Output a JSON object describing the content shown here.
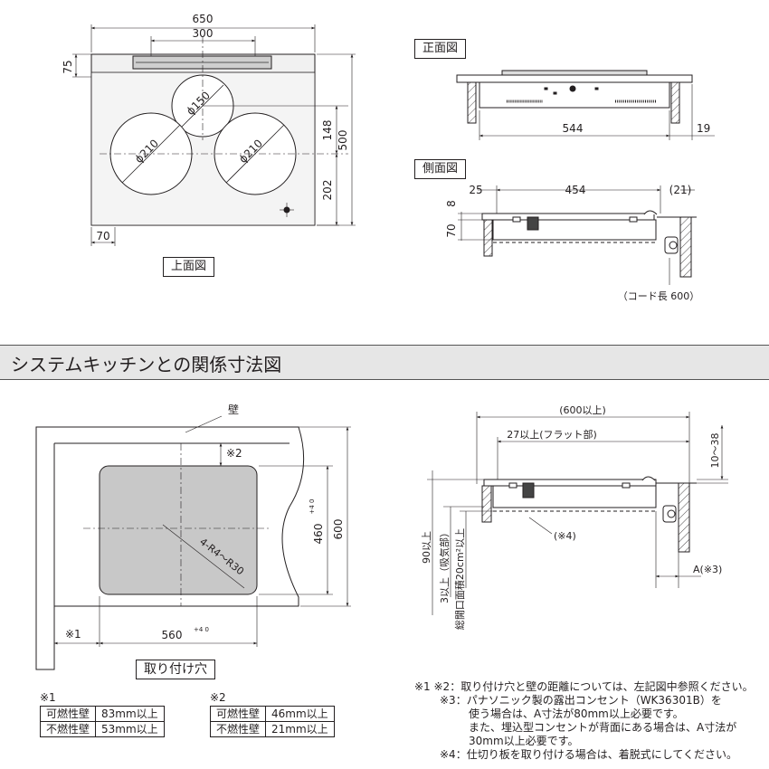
{
  "top_view": {
    "label": "上面図",
    "dim_width": "650",
    "dim_center": "300",
    "dim_depth_top": "75",
    "dim_depth": "500",
    "dim_148": "148",
    "dim_202": "202",
    "dim_70": "70",
    "burner_top": "ϕ150",
    "burner_left": "ϕ210",
    "burner_right": "ϕ210"
  },
  "front_view": {
    "label": "正面図",
    "dim_544": "544",
    "dim_19": "19"
  },
  "side_view": {
    "label": "側面図",
    "dim_25": "25",
    "dim_454": "454",
    "dim_21": "(21)",
    "dim_8": "8",
    "dim_70": "70",
    "cord": "（コード長 600）"
  },
  "section_title": "システムキッチンとの関係寸法図",
  "cutout": {
    "wall": "壁",
    "note2": "※2",
    "note1": "※1",
    "dim_460": "460",
    "dim_460_tol": "+4 0",
    "dim_600": "600",
    "dim_560": "560",
    "dim_560_tol": "+4 0",
    "radius": "4-R4～R30",
    "label": "取り付け穴"
  },
  "install": {
    "dim_600": "(600以上)",
    "dim_27": "27以上(フラット部)",
    "dim_10_38": "10～38",
    "dim_90": "90以上",
    "dim_3": "3以上（吸気部）",
    "opening": "総開口面積20cm²以上",
    "note4": "(※4)",
    "dim_a": "A(※3)"
  },
  "table1": {
    "title": "※1",
    "rows": [
      [
        "可燃性壁",
        "83mm以上"
      ],
      [
        "不燃性壁",
        "53mm以上"
      ]
    ]
  },
  "table2": {
    "title": "※2",
    "rows": [
      [
        "可燃性壁",
        "46mm以上"
      ],
      [
        "不燃性壁",
        "21mm以上"
      ]
    ]
  },
  "notes": [
    "※1 ※2：取り付け穴と壁の距離については、左記図中参照ください。",
    "※3：パナソニック製の露出コンセント（WK36301B）を",
    "使う場合は、A寸法が80mm以上必要です。",
    "また、埋込型コンセントが背面にある場合は、A寸法が",
    "30mm以上必要です。",
    "※4：仕切り板を取り付ける場合は、着脱式にしてください。"
  ]
}
